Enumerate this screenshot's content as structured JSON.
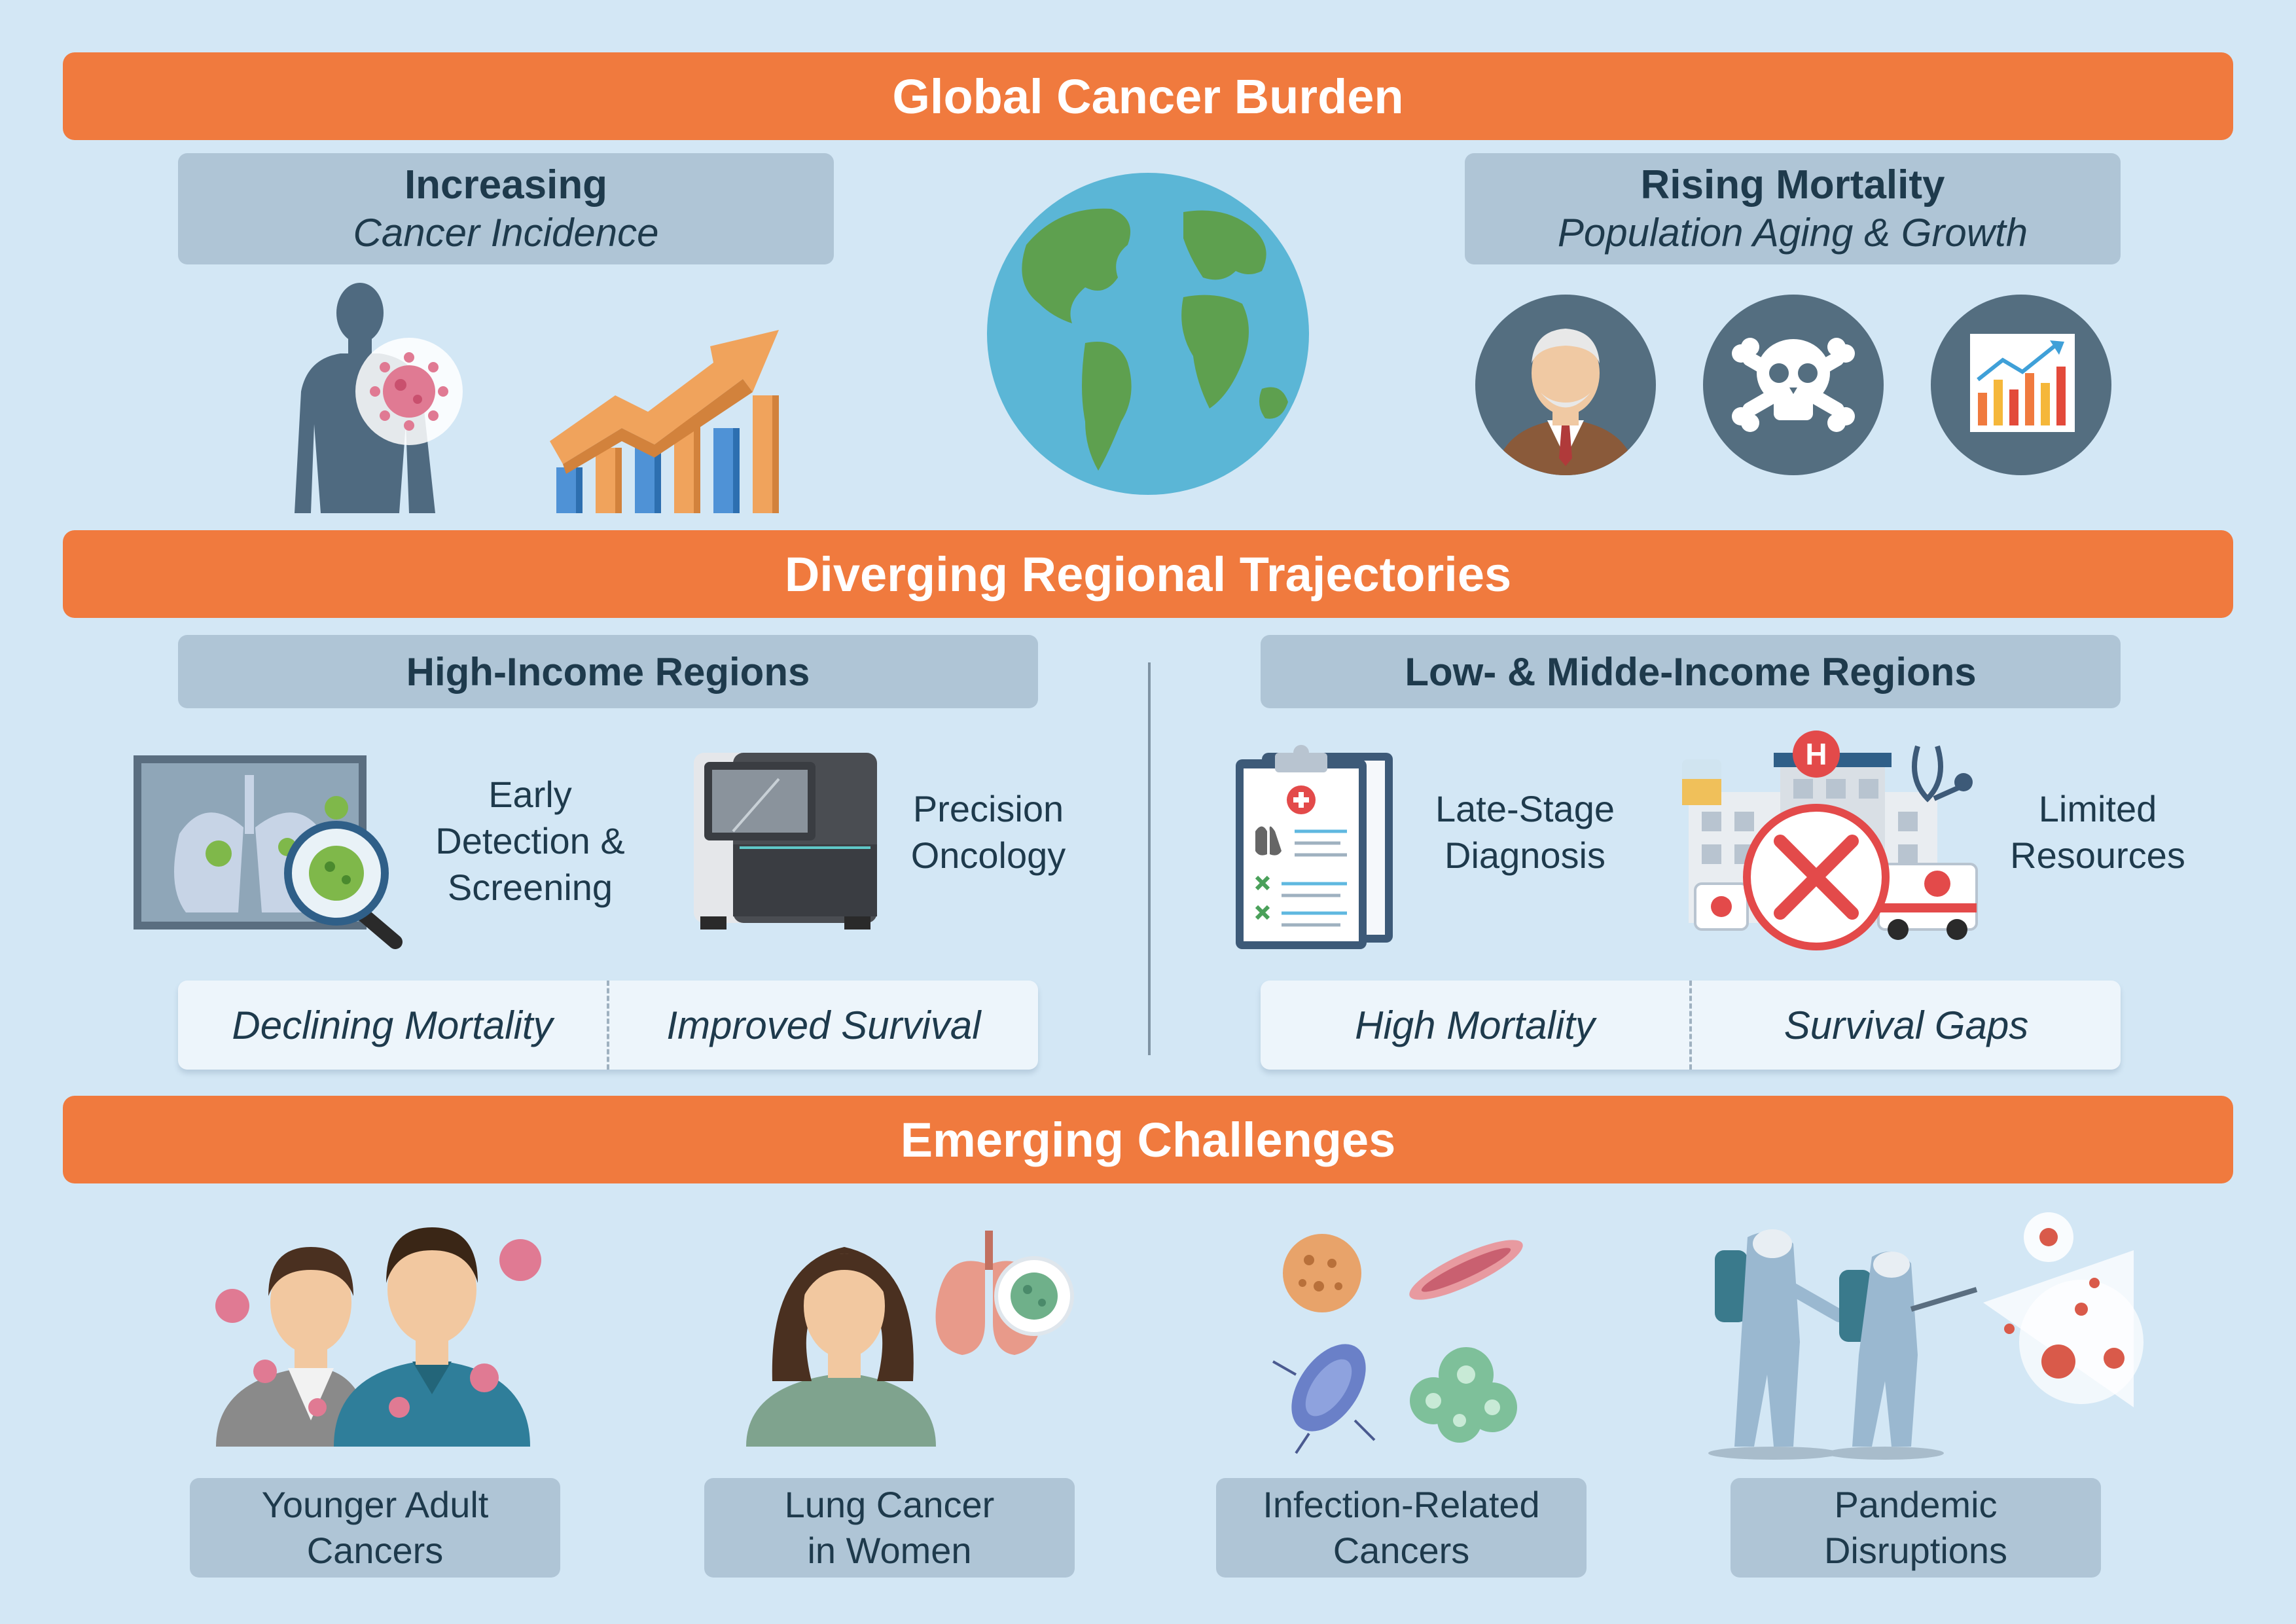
{
  "banners": {
    "global": "Global Cancer Burden",
    "regional": "Diverging Regional Trajectories",
    "emerging": "Emerging Challenges"
  },
  "global": {
    "incidence": {
      "title": "Increasing",
      "subtitle": "Cancer Incidence"
    },
    "mortality": {
      "title": "Rising Mortality",
      "subtitle": "Population Aging & Growth"
    }
  },
  "regions": {
    "high": {
      "title": "High-Income Regions",
      "items": [
        {
          "lines": [
            "Early",
            "Detection &",
            "Screening"
          ]
        },
        {
          "lines": [
            "Precision",
            "Oncology"
          ]
        }
      ],
      "outcomes": [
        "Declining Mortality",
        "Improved Survival"
      ]
    },
    "low": {
      "title": "Low- & Midde-Income Regions",
      "items": [
        {
          "lines": [
            "Late-Stage",
            "Diagnosis"
          ]
        },
        {
          "lines": [
            "Limited",
            "Resources"
          ]
        }
      ],
      "outcomes": [
        "High Mortality",
        "Survival Gaps"
      ]
    }
  },
  "challenges": [
    {
      "lines": [
        "Younger Adult",
        "Cancers"
      ]
    },
    {
      "lines": [
        "Lung Cancer",
        "in Women"
      ]
    },
    {
      "lines": [
        "Infection-Related",
        "Cancers"
      ]
    },
    {
      "lines": [
        "Pandemic",
        "Disruptions"
      ]
    }
  ],
  "icons": {
    "h_letter": "H",
    "colors": {
      "banner": "#f07a3e",
      "background": "#d3e7f5",
      "label": "#afc5d6",
      "circle": "#546e80",
      "virus": "#e07a93"
    }
  }
}
